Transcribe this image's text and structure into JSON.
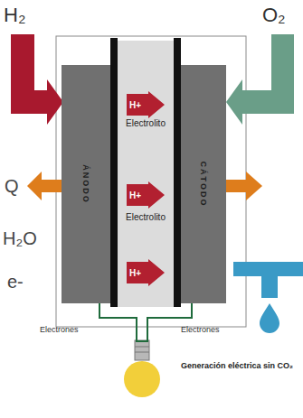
{
  "diagram": {
    "nodes": [
      {
        "text": [
          "ÁNODO"
        ]
      },
      {
        "text": [
          "Electrolito",
          "Electrolito"
        ]
      },
      {
        "text": [
          "CÁTODO"
        ]
      },
      {
        "text": [
          "H+"
        ],
        "in": 1
      },
      {
        "text": [
          "H+"
        ],
        "in": 1
      },
      {
        "text": [
          "H+"
        ],
        "in": 1
      }
    ],
    "edges": [
      {
        "from": 0,
        "to": 2,
        "arrow": "none"
      }
    ],
    "labels": [
      "H₂",
      "O₂",
      "Q",
      "H₂O",
      "e-",
      "Electrones",
      "Electrones",
      "Generación eléctrica sin CO₂"
    ]
  }
}
